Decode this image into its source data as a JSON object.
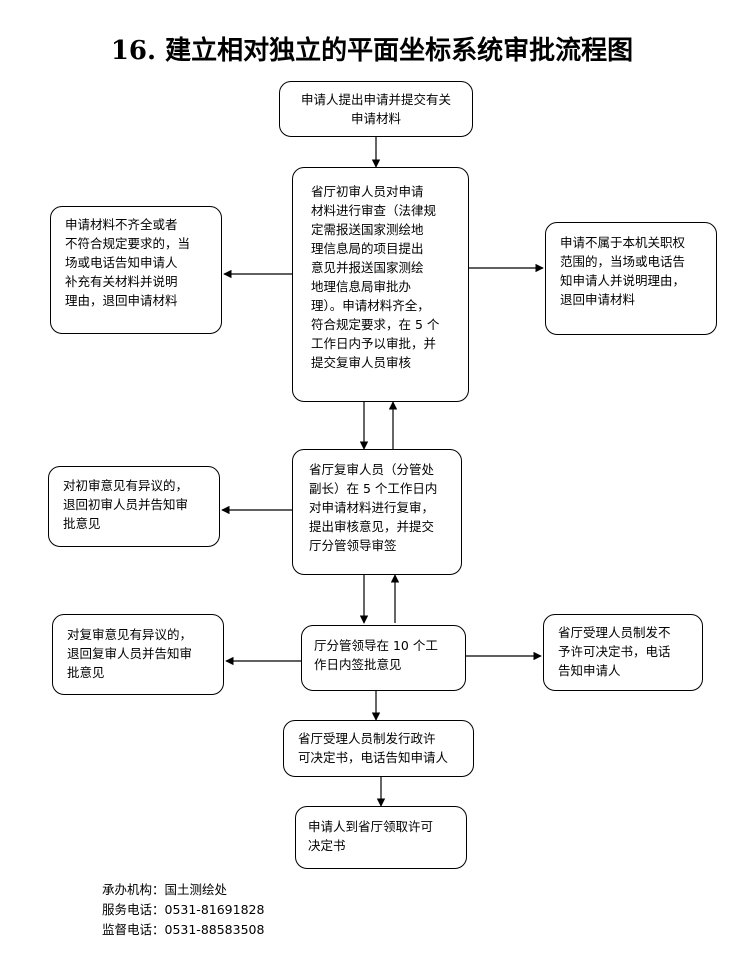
{
  "title": "16. 建立相对独立的平面坐标系统审批流程图",
  "nodes": {
    "apply": "申请人提出申请并提交有关\n申请材料",
    "first_review": "省厅初审人员对申请\n材料进行审查（法律规\n定需报送国家测绘地\n理信息局的项目提出\n意见并报送国家测绘\n地理信息局审批办\n理）。申请材料齐全，\n符合规定要求，在 5 个\n工作日内予以审批，并\n提交复审人员审核",
    "incomplete": "申请材料不齐全或者\n不符合规定要求的，当\n场或电话告知申请人\n补充有关材料并说明\n理由，退回申请材料",
    "out_of_scope": "申请不属于本机关职权\n范围的，当场或电话告\n知申请人并说明理由，\n退回申请材料",
    "second_review": "省厅复审人员（分管处\n副长）在 5 个工作日内\n对申请材料进行复审，\n提出审核意见，并提交\n厅分管领导审签",
    "object_first": "对初审意见有异议的，\n退回初审人员并告知审\n批意见",
    "leader_sign": "厅分管领导在 10 个工\n作日内签批意见",
    "object_second": "对复审意见有异议的，\n退回复审人员并告知审\n批意见",
    "deny": "省厅受理人员制发不\n予许可决定书，电话\n告知申请人",
    "grant": "省厅受理人员制发行政许\n可决定书，电话告知申请人",
    "collect": "申请人到省厅领取许可\n决定书"
  },
  "footer": {
    "agency": "承办机构：国土测绘处",
    "service_phone": "服务电话：0531-81691828",
    "supervise_phone": "监督电话：0531-88583508"
  }
}
